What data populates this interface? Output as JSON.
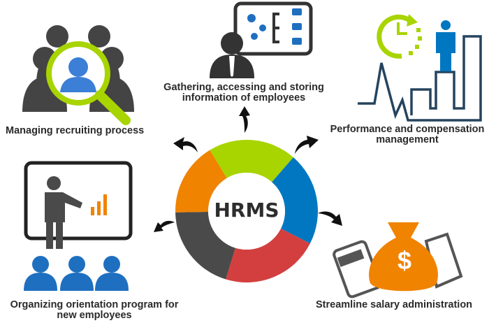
{
  "hub": {
    "label": "HRMS"
  },
  "segments": [
    {
      "name": "information",
      "color": "#a8d400"
    },
    {
      "name": "performance",
      "color": "#0077c0"
    },
    {
      "name": "salary",
      "color": "#d33f3f"
    },
    {
      "name": "orientation",
      "color": "#4a4a4a"
    },
    {
      "name": "recruiting",
      "color": "#f08300"
    }
  ],
  "labels": {
    "recruiting": "Managing recruiting process",
    "information_line1": "Gathering, accessing and storing",
    "information_line2": "information of employees",
    "performance_line1": "Performance and compensation",
    "performance_line2": "management",
    "orientation_line1": "Organizing orientation program for",
    "orientation_line2": "new employees",
    "salary": "Streamline salary administration"
  },
  "icons": {
    "salary_symbol": "$"
  }
}
